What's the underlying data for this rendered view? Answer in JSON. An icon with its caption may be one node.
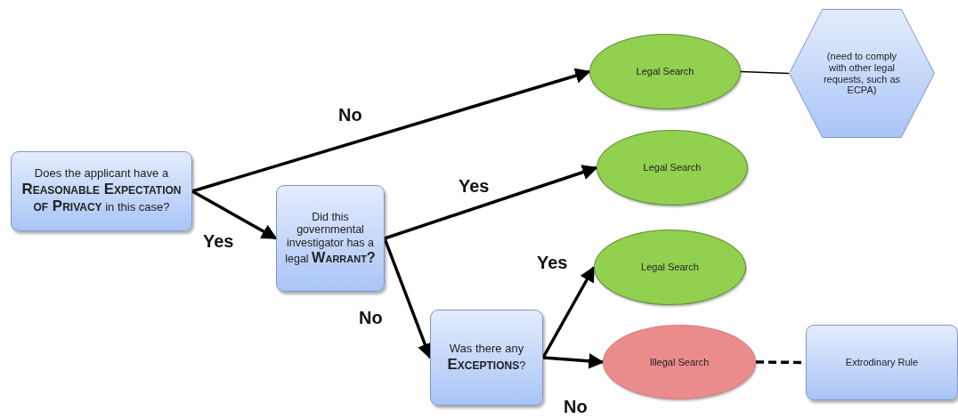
{
  "diagram": {
    "nodes": [
      {
        "text": [
          "Does the applicant have a **Reasonable Expectation of Privacy** in this case?"
        ]
      },
      {
        "text": [
          "Did this governmental investigator has a legal **Warrant?**"
        ]
      },
      {
        "text": [
          "Was there any **Exceptions**?"
        ]
      },
      {
        "text": [
          "Legal Search"
        ]
      },
      {
        "text": [
          "(need to comply with other legal requests, such as ECPA)"
        ]
      },
      {
        "text": [
          "Legal Search"
        ]
      },
      {
        "text": [
          "Legal Search"
        ]
      },
      {
        "text": [
          "Illegal Search"
        ]
      },
      {
        "text": [
          "Extrodinary Rule"
        ]
      }
    ],
    "edges": [
      {
        "from": 0,
        "to": 3,
        "arrow": "to",
        "label": "No"
      },
      {
        "from": 0,
        "to": 1,
        "arrow": "to",
        "label": "Yes"
      },
      {
        "from": 1,
        "to": 5,
        "arrow": "to",
        "label": "Yes"
      },
      {
        "from": 1,
        "to": 2,
        "arrow": "to",
        "label": "No"
      },
      {
        "from": 2,
        "to": 6,
        "arrow": "to",
        "label": "Yes"
      },
      {
        "from": 2,
        "to": 7,
        "arrow": "to",
        "label": "No"
      },
      {
        "from": 3,
        "to": 4,
        "arrow": "none"
      },
      {
        "from": 7,
        "to": 8,
        "arrow": "none",
        "style": "dashed"
      }
    ]
  }
}
